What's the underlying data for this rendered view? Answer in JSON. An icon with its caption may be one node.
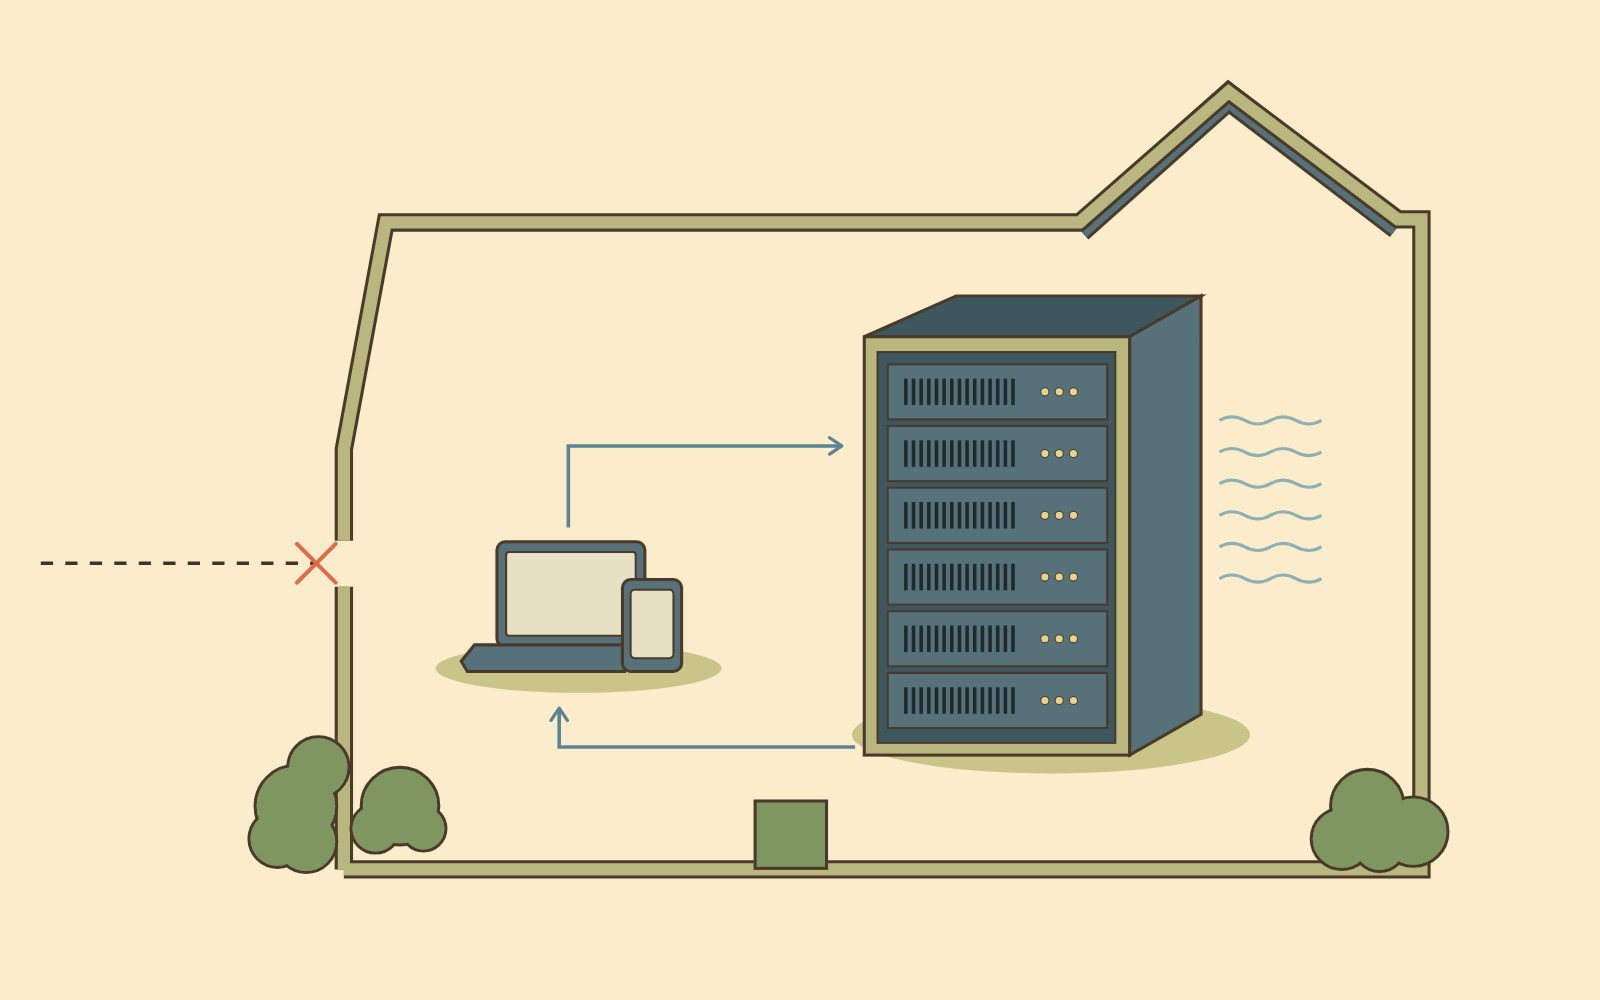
{
  "diagram": {
    "nodes": [
      {
        "text": [],
        "shape": "picture"
      },
      {
        "text": [],
        "shape": "picture",
        "in": 0
      },
      {
        "text": [],
        "shape": "picture",
        "in": 0
      }
    ],
    "edges": [
      {
        "from": 1,
        "to": 2,
        "arrow": "to"
      },
      {
        "from": 2,
        "to": 1,
        "arrow": "to"
      },
      {
        "from": null,
        "to": 0,
        "arrow": "none",
        "style": "dashed",
        "color": "#3d3328"
      }
    ]
  }
}
